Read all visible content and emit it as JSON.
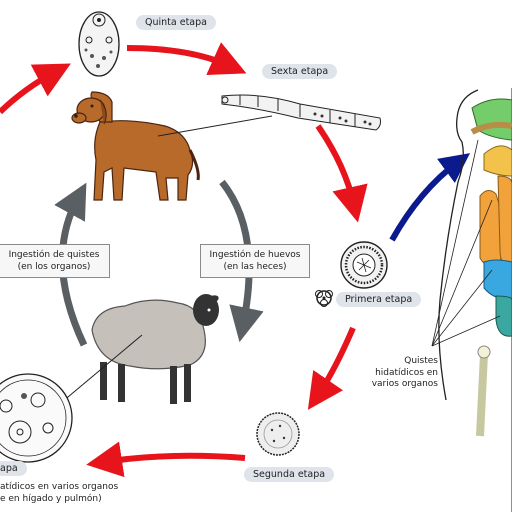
{
  "stages": {
    "fifth": "Quinta etapa",
    "sixth": "Sexta etapa",
    "first": "Primera etapa",
    "second": "Segunda etapa",
    "third_partial": "apa"
  },
  "transmission": {
    "cysts": {
      "line1": "Ingestión de quistes",
      "line2": "(en los organos)"
    },
    "eggs": {
      "line1": "Ingestión de huevos",
      "line2": "(en las heces)"
    }
  },
  "human_label": {
    "line1": "Quistes",
    "line2": "hidatídicos en",
    "line3": "varios organos"
  },
  "bottom_note": {
    "line1": "atídicos en varios organos",
    "line2": "e en hígado y pulmón)"
  },
  "colors": {
    "cycle_arrow": "#e8141c",
    "host_arrow": "#5a5f63",
    "infection_arrow": "#0b1a8c",
    "pill_bg": "#dfe3ea"
  },
  "icons": [
    "biohazard-icon"
  ]
}
